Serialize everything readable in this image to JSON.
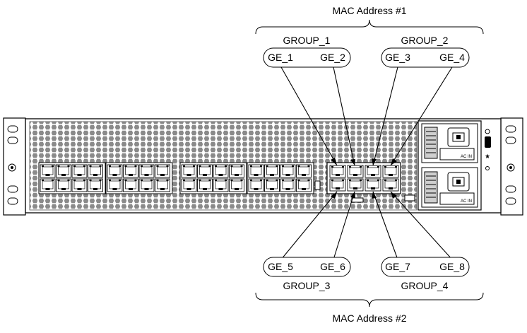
{
  "top": {
    "mac_label": "MAC Address #1",
    "group_left": "GROUP_1",
    "group_right": "GROUP_2",
    "ports": [
      "GE_1",
      "GE_2",
      "GE_3",
      "GE_4"
    ]
  },
  "bottom": {
    "mac_label": "MAC Address #2",
    "group_left": "GROUP_3",
    "group_right": "GROUP_4",
    "ports": [
      "GE_5",
      "GE_6",
      "GE_7",
      "GE_8"
    ]
  },
  "psu_labels": [
    "AC IN",
    "AC IN"
  ]
}
